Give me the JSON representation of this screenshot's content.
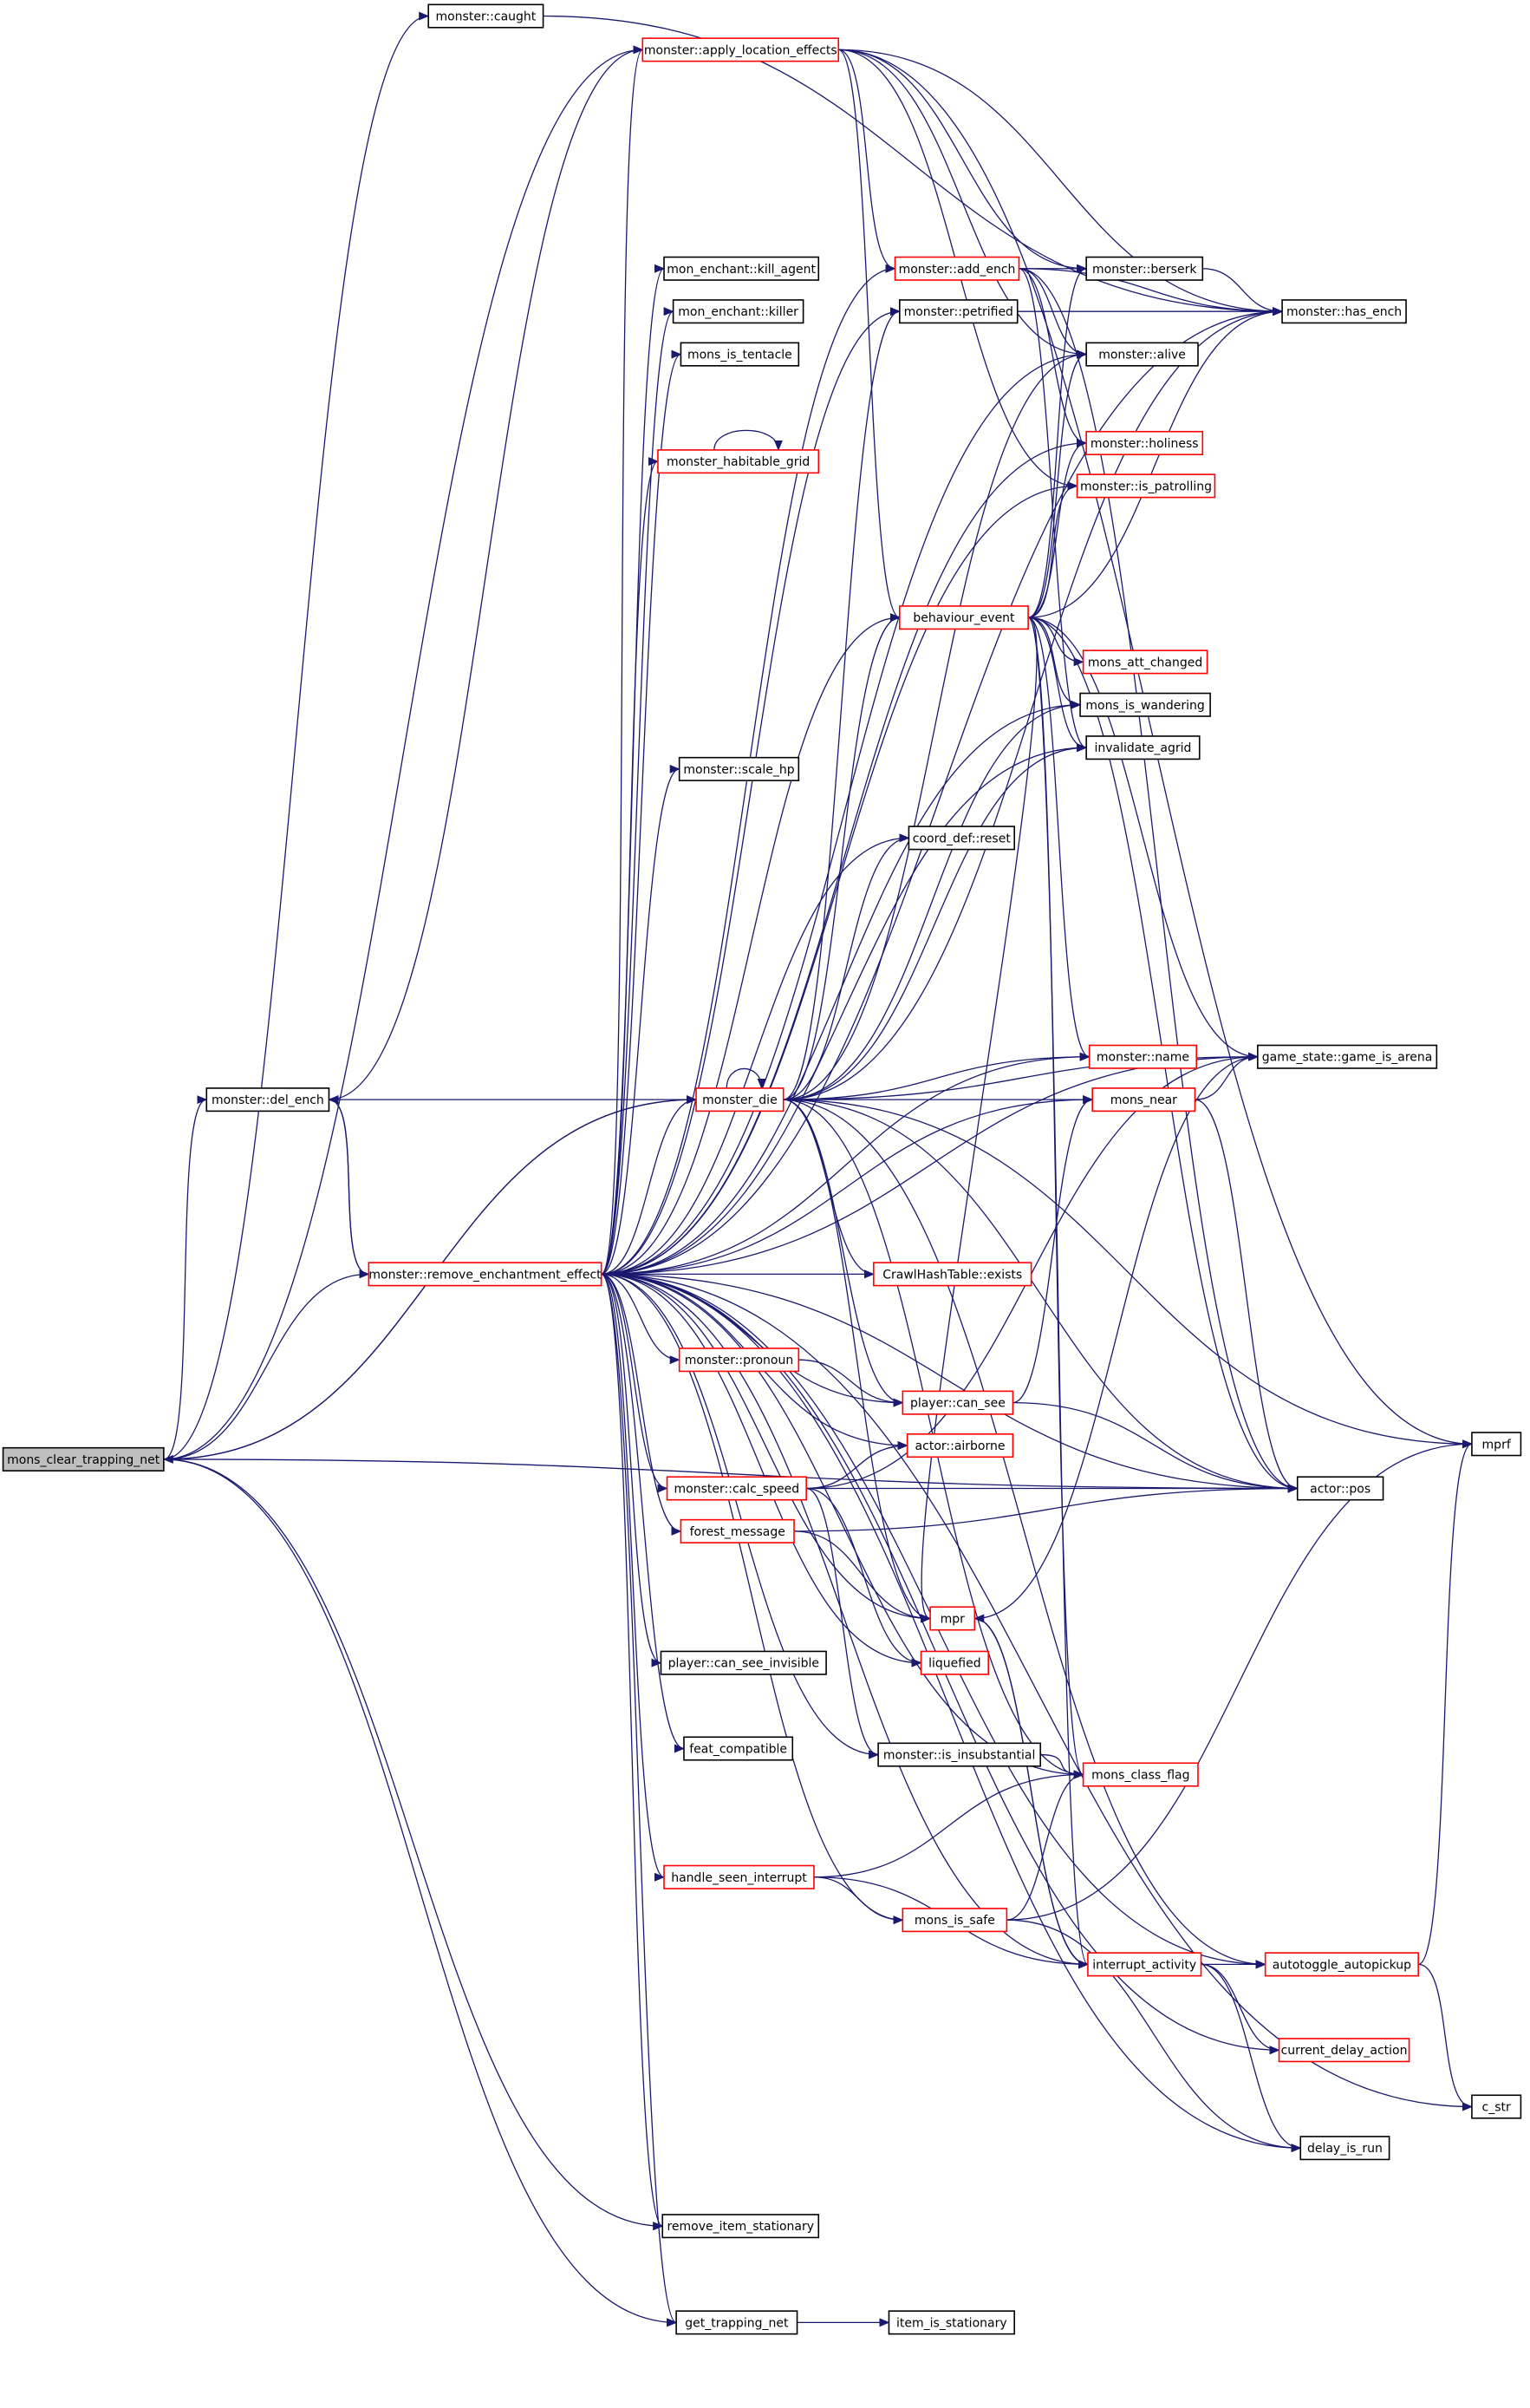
{
  "nodes": [
    {
      "id": "root",
      "label": "mons_clear_trapping_net",
      "style": "root"
    },
    {
      "id": "caught",
      "label": "monster::caught",
      "style": "black"
    },
    {
      "id": "apply",
      "label": "monster::apply_location_effects",
      "style": "red"
    },
    {
      "id": "add_ench",
      "label": "monster::add_ench",
      "style": "red"
    },
    {
      "id": "berserk",
      "label": "monster::berserk",
      "style": "black"
    },
    {
      "id": "has_ench",
      "label": "monster::has_ench",
      "style": "black"
    },
    {
      "id": "kill_agent",
      "label": "mon_enchant::kill_agent",
      "style": "black"
    },
    {
      "id": "killer",
      "label": "mon_enchant::killer",
      "style": "black"
    },
    {
      "id": "petrified",
      "label": "monster::petrified",
      "style": "black"
    },
    {
      "id": "tentacle",
      "label": "mons_is_tentacle",
      "style": "black"
    },
    {
      "id": "alive",
      "label": "monster::alive",
      "style": "black"
    },
    {
      "id": "habitable",
      "label": "monster_habitable_grid",
      "style": "red"
    },
    {
      "id": "holiness",
      "label": "monster::holiness",
      "style": "red"
    },
    {
      "id": "patrolling",
      "label": "monster::is_patrolling",
      "style": "red"
    },
    {
      "id": "behaviour",
      "label": "behaviour_event",
      "style": "red"
    },
    {
      "id": "att_changed",
      "label": "mons_att_changed",
      "style": "red"
    },
    {
      "id": "wandering",
      "label": "mons_is_wandering",
      "style": "black"
    },
    {
      "id": "agrid",
      "label": "invalidate_agrid",
      "style": "black"
    },
    {
      "id": "scale_hp",
      "label": "monster::scale_hp",
      "style": "black"
    },
    {
      "id": "reset",
      "label": "coord_def::reset",
      "style": "black"
    },
    {
      "id": "del_ench",
      "label": "monster::del_ench",
      "style": "black"
    },
    {
      "id": "die",
      "label": "monster_die",
      "style": "red"
    },
    {
      "id": "mname",
      "label": "monster::name",
      "style": "red"
    },
    {
      "id": "arena",
      "label": "game_state::game_is_arena",
      "style": "black"
    },
    {
      "id": "near",
      "label": "mons_near",
      "style": "red"
    },
    {
      "id": "remove_eff",
      "label": "monster::remove_enchantment_effect",
      "style": "red"
    },
    {
      "id": "hash",
      "label": "CrawlHashTable::exists",
      "style": "red"
    },
    {
      "id": "pronoun",
      "label": "monster::pronoun",
      "style": "red"
    },
    {
      "id": "can_see",
      "label": "player::can_see",
      "style": "red"
    },
    {
      "id": "mprf",
      "label": "mprf",
      "style": "black"
    },
    {
      "id": "airborne",
      "label": "actor::airborne",
      "style": "red"
    },
    {
      "id": "calc_speed",
      "label": "monster::calc_speed",
      "style": "red"
    },
    {
      "id": "pos",
      "label": "actor::pos",
      "style": "black"
    },
    {
      "id": "forest",
      "label": "forest_message",
      "style": "red"
    },
    {
      "id": "mpr",
      "label": "mpr",
      "style": "red"
    },
    {
      "id": "liquefied",
      "label": "liquefied",
      "style": "red"
    },
    {
      "id": "invisible",
      "label": "player::can_see_invisible",
      "style": "black"
    },
    {
      "id": "feat",
      "label": "feat_compatible",
      "style": "black"
    },
    {
      "id": "insub",
      "label": "monster::is_insubstantial",
      "style": "black"
    },
    {
      "id": "class_flag",
      "label": "mons_class_flag",
      "style": "red"
    },
    {
      "id": "seen_int",
      "label": "handle_seen_interrupt",
      "style": "red"
    },
    {
      "id": "safe",
      "label": "mons_is_safe",
      "style": "red"
    },
    {
      "id": "interrupt",
      "label": "interrupt_activity",
      "style": "red"
    },
    {
      "id": "autopickup",
      "label": "autotoggle_autopickup",
      "style": "red"
    },
    {
      "id": "delay_action",
      "label": "current_delay_action",
      "style": "red"
    },
    {
      "id": "c_str",
      "label": "c_str",
      "style": "black"
    },
    {
      "id": "delay_run",
      "label": "delay_is_run",
      "style": "black"
    },
    {
      "id": "rm_stationary",
      "label": "remove_item_stationary",
      "style": "black"
    },
    {
      "id": "trap_net",
      "label": "get_trapping_net",
      "style": "black"
    },
    {
      "id": "stationary",
      "label": "item_is_stationary",
      "style": "black"
    }
  ],
  "edges": [
    [
      "root",
      "caught"
    ],
    [
      "root",
      "apply"
    ],
    [
      "root",
      "del_ench"
    ],
    [
      "root",
      "remove_eff"
    ],
    [
      "root",
      "die"
    ],
    [
      "root",
      "pos"
    ],
    [
      "root",
      "rm_stationary"
    ],
    [
      "root",
      "trap_net"
    ],
    [
      "caught",
      "has_ench"
    ],
    [
      "apply",
      "del_ench"
    ],
    [
      "apply",
      "add_ench"
    ],
    [
      "apply",
      "has_ench"
    ],
    [
      "apply",
      "behaviour"
    ],
    [
      "apply",
      "mprf"
    ],
    [
      "apply",
      "alive"
    ],
    [
      "apply",
      "berserk"
    ],
    [
      "apply",
      "patrolling"
    ],
    [
      "add_ench",
      "berserk"
    ],
    [
      "add_ench",
      "has_ench"
    ],
    [
      "add_ench",
      "alive"
    ],
    [
      "add_ench",
      "holiness"
    ],
    [
      "add_ench",
      "agrid"
    ],
    [
      "add_ench",
      "pos"
    ],
    [
      "berserk",
      "has_ench"
    ],
    [
      "petrified",
      "has_ench"
    ],
    [
      "habitable",
      "habitable"
    ],
    [
      "behaviour",
      "has_ench"
    ],
    [
      "behaviour",
      "berserk"
    ],
    [
      "behaviour",
      "alive"
    ],
    [
      "behaviour",
      "holiness"
    ],
    [
      "behaviour",
      "patrolling"
    ],
    [
      "behaviour",
      "att_changed"
    ],
    [
      "behaviour",
      "wandering"
    ],
    [
      "behaviour",
      "agrid"
    ],
    [
      "behaviour",
      "mname"
    ],
    [
      "behaviour",
      "arena"
    ],
    [
      "behaviour",
      "pos"
    ],
    [
      "behaviour",
      "class_flag"
    ],
    [
      "behaviour",
      "mpr"
    ],
    [
      "behaviour",
      "interrupt"
    ],
    [
      "del_ench",
      "remove_eff"
    ],
    [
      "remove_eff",
      "del_ench"
    ],
    [
      "remove_eff",
      "apply"
    ],
    [
      "remove_eff",
      "add_ench"
    ],
    [
      "remove_eff",
      "kill_agent"
    ],
    [
      "remove_eff",
      "killer"
    ],
    [
      "remove_eff",
      "tentacle"
    ],
    [
      "remove_eff",
      "habitable"
    ],
    [
      "remove_eff",
      "petrified"
    ],
    [
      "remove_eff",
      "alive"
    ],
    [
      "remove_eff",
      "behaviour"
    ],
    [
      "remove_eff",
      "holiness"
    ],
    [
      "remove_eff",
      "patrolling"
    ],
    [
      "remove_eff",
      "has_ench"
    ],
    [
      "remove_eff",
      "wandering"
    ],
    [
      "remove_eff",
      "agrid"
    ],
    [
      "remove_eff",
      "scale_hp"
    ],
    [
      "remove_eff",
      "reset"
    ],
    [
      "remove_eff",
      "die"
    ],
    [
      "remove_eff",
      "arena"
    ],
    [
      "remove_eff",
      "hash"
    ],
    [
      "remove_eff",
      "mname"
    ],
    [
      "remove_eff",
      "near"
    ],
    [
      "remove_eff",
      "pronoun"
    ],
    [
      "remove_eff",
      "can_see"
    ],
    [
      "remove_eff",
      "airborne"
    ],
    [
      "remove_eff",
      "calc_speed"
    ],
    [
      "remove_eff",
      "pos"
    ],
    [
      "remove_eff",
      "forest"
    ],
    [
      "remove_eff",
      "mpr"
    ],
    [
      "remove_eff",
      "liquefied"
    ],
    [
      "remove_eff",
      "invisible"
    ],
    [
      "remove_eff",
      "feat"
    ],
    [
      "remove_eff",
      "insub"
    ],
    [
      "remove_eff",
      "class_flag"
    ],
    [
      "remove_eff",
      "seen_int"
    ],
    [
      "remove_eff",
      "safe"
    ],
    [
      "remove_eff",
      "interrupt"
    ],
    [
      "remove_eff",
      "autopickup"
    ],
    [
      "remove_eff",
      "delay_action"
    ],
    [
      "remove_eff",
      "delay_run"
    ],
    [
      "remove_eff",
      "c_str"
    ],
    [
      "remove_eff",
      "rm_stationary"
    ],
    [
      "remove_eff",
      "trap_net"
    ],
    [
      "die",
      "del_ench"
    ],
    [
      "die",
      "die"
    ],
    [
      "die",
      "root"
    ],
    [
      "die",
      "behaviour"
    ],
    [
      "die",
      "has_ench"
    ],
    [
      "die",
      "alive"
    ],
    [
      "die",
      "petrified"
    ],
    [
      "die",
      "reset"
    ],
    [
      "die",
      "mname"
    ],
    [
      "die",
      "arena"
    ],
    [
      "die",
      "near"
    ],
    [
      "die",
      "hash"
    ],
    [
      "die",
      "can_see"
    ],
    [
      "die",
      "mprf"
    ],
    [
      "die",
      "pos"
    ],
    [
      "die",
      "mpr"
    ],
    [
      "die",
      "class_flag"
    ],
    [
      "die",
      "autopickup"
    ],
    [
      "die",
      "agrid"
    ],
    [
      "die",
      "wandering"
    ],
    [
      "near",
      "arena"
    ],
    [
      "near",
      "pos"
    ],
    [
      "pronoun",
      "can_see"
    ],
    [
      "can_see",
      "pos"
    ],
    [
      "can_see",
      "near"
    ],
    [
      "calc_speed",
      "airborne"
    ],
    [
      "calc_speed",
      "pos"
    ],
    [
      "calc_speed",
      "liquefied"
    ],
    [
      "calc_speed",
      "insub"
    ],
    [
      "calc_speed",
      "arena"
    ],
    [
      "forest",
      "pos"
    ],
    [
      "forest",
      "mpr"
    ],
    [
      "mpr",
      "arena"
    ],
    [
      "mpr",
      "interrupt"
    ],
    [
      "insub",
      "class_flag"
    ],
    [
      "seen_int",
      "safe"
    ],
    [
      "seen_int",
      "class_flag"
    ],
    [
      "seen_int",
      "interrupt"
    ],
    [
      "safe",
      "class_flag"
    ],
    [
      "safe",
      "mprf"
    ],
    [
      "safe",
      "delay_run"
    ],
    [
      "interrupt",
      "mpr"
    ],
    [
      "interrupt",
      "autopickup"
    ],
    [
      "interrupt",
      "delay_action"
    ],
    [
      "interrupt",
      "delay_run"
    ],
    [
      "autopickup",
      "mprf"
    ],
    [
      "autopickup",
      "c_str"
    ],
    [
      "trap_net",
      "stationary"
    ]
  ]
}
